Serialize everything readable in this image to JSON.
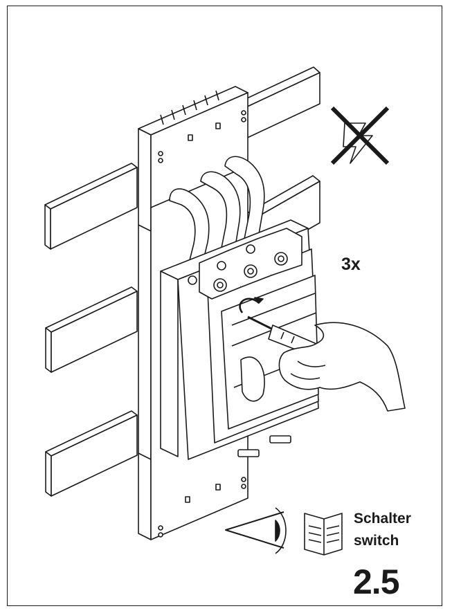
{
  "instruction": {
    "repeat_count": "3x",
    "reference_label_de": "Schalter",
    "reference_label_en": "switch",
    "step_number": "2.5"
  },
  "icons": {
    "warning": "no-voltage-icon",
    "inspect": "eye-icon",
    "manual": "manual-book-icon",
    "tool": "screwdriver-icon"
  },
  "colors": {
    "line": "#1a1a1a",
    "shade": "#bdbdbd",
    "background": "#ffffff"
  }
}
